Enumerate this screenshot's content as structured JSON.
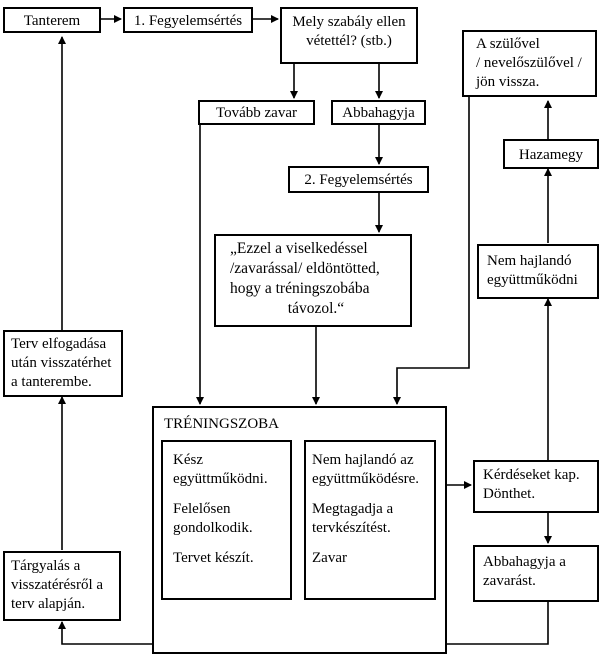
{
  "nodes": {
    "tanterem": "Tanterem",
    "fegyelem1": "1. Fegyelemsértés",
    "mely_szabaly": [
      "Mely szabály ellen",
      "vétettél? (stb.)"
    ],
    "tovabb_zavar": "Tovább zavar",
    "abbahagyja": "Abbahagyja",
    "fegyelem2": "2. Fegyelemsértés",
    "ezzel": [
      "„Ezzel a viselkedéssel",
      "/zavarással/ eldöntötted,",
      "hogy a tréningszobába",
      "távozol.“"
    ],
    "szulovel": [
      "A szülővel",
      "/ nevelőszülővel /",
      "jön vissza."
    ],
    "hazamegy": "Hazamegy",
    "nem_hajlando_right": [
      "Nem hajlandó",
      "együttműködni"
    ],
    "terv_elfogadasa": [
      "Terv elfogadása",
      "után visszatérhet",
      "a tanterembe."
    ],
    "treningszoba_title": "TRÉNINGSZOBA",
    "kesz": [
      "Kész",
      "együttműködni."
    ],
    "felelosen": [
      "Felelősen",
      "gondolkodik."
    ],
    "tervet_keszit": "Tervet készít.",
    "nem_hajlando_az": [
      "Nem hajlandó az",
      "együttműködésre."
    ],
    "megtagadja": [
      "Megtagadja a",
      "tervkészítést."
    ],
    "zavar": "Zavar",
    "kerdeseket": [
      "Kérdéseket kap.",
      "Dönthet."
    ],
    "abbahagyja_zavarast": [
      "Abbahagyja a",
      "zavarást."
    ],
    "targyalas": [
      "Tárgyalás a",
      "visszatérésről a",
      "terv alapján."
    ]
  }
}
